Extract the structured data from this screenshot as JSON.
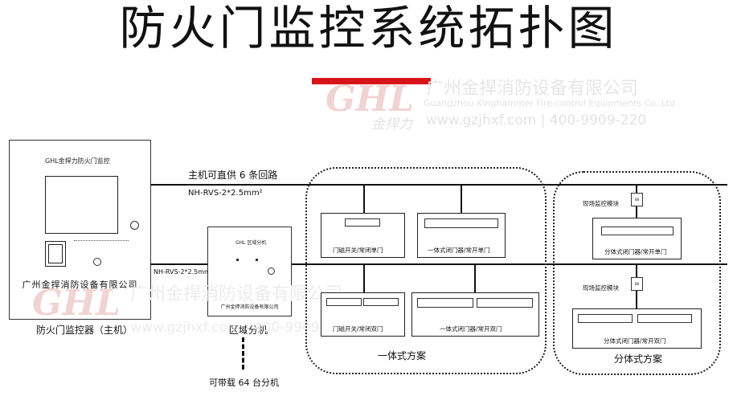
{
  "title": "防火门监控系统拓扑图",
  "watermark": {
    "company": "广州金捍消防设备有限公司",
    "company_en": "Guangzhou Kinghammer Fire-control Equipments Co.,Ltd",
    "brand": "金捍力",
    "web_phone": "www.gzjhxf.com  |  400-9909-220",
    "logo": "GHL"
  },
  "host": {
    "panel_title": "GHL金捍力防火门监控",
    "company": "广州金捍消防设备有限公司",
    "caption": "防火门监控器（主机）"
  },
  "bus_top": {
    "label1": "主机可直供 6 条回路",
    "label2": "NH-RVS-2*2.5mm²"
  },
  "bus_mid": {
    "label": "NH-RVS-2*2.5mm²"
  },
  "zone": {
    "panel_title": "GHL 区域分机",
    "company": "广州金捍消防设备有限公司",
    "caption": "区域分机",
    "capacity": "可带载 64 台分机"
  },
  "integrated": {
    "caption": "一体式方案",
    "items": [
      "门磁开关/常闭单门",
      "一体式闭门器/常开单门",
      "门磁开关/常闭双门",
      "一体式闭门器/常开双门"
    ]
  },
  "split": {
    "caption": "分体式方案",
    "module_label": "现场监控模块",
    "items": [
      "分体式闭门器/常开单门",
      "分体式闭门器/常开双门"
    ]
  },
  "colors": {
    "accent_red": "#d8141b",
    "line": "#111111"
  }
}
